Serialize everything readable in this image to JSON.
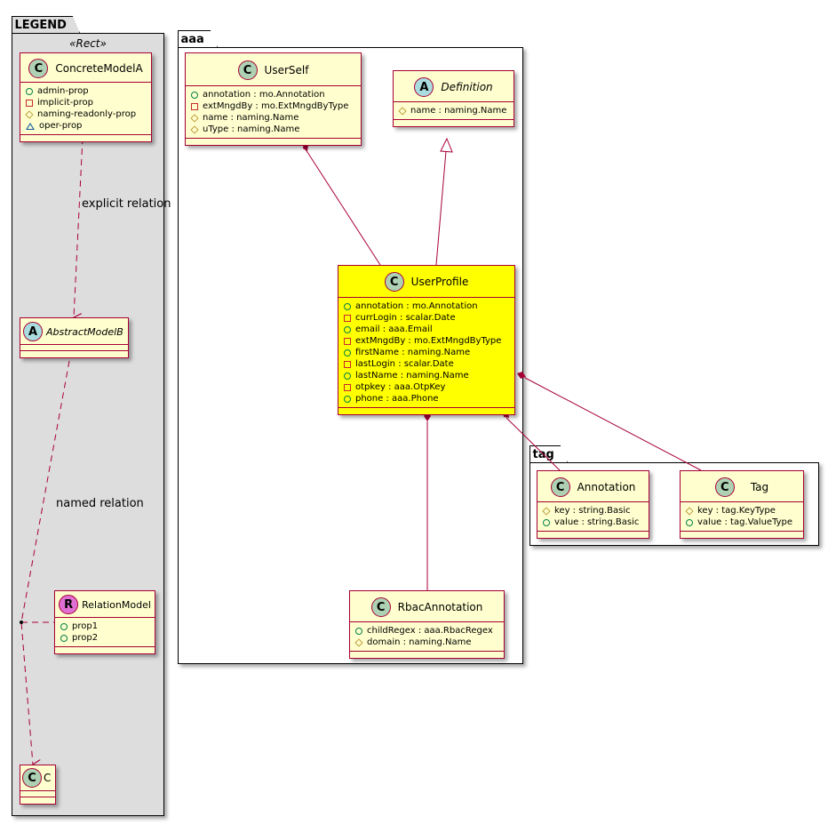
{
  "legend": {
    "package_name": "LEGEND",
    "stereotype": "«Rect»",
    "classes": {
      "concrete": {
        "badge": "C",
        "name": "ConcreteModelA",
        "attributes": [
          {
            "visibility": "public",
            "text": "admin-prop"
          },
          {
            "visibility": "private",
            "text": "implicit-prop"
          },
          {
            "visibility": "protected",
            "text": "naming-readonly-prop"
          },
          {
            "visibility": "package",
            "text": "oper-prop"
          }
        ]
      },
      "abstract": {
        "badge": "A",
        "name": "AbstractModelB"
      },
      "relation": {
        "badge": "R",
        "name": "RelationModel",
        "attributes": [
          {
            "visibility": "public",
            "text": "prop1"
          },
          {
            "visibility": "public",
            "text": "prop2"
          }
        ]
      },
      "c": {
        "badge": "C",
        "name": "C"
      }
    },
    "relations": {
      "explicit": "explicit relation",
      "named": "named relation"
    }
  },
  "aaa": {
    "package_name": "aaa",
    "classes": {
      "userself": {
        "badge": "C",
        "name": "UserSelf",
        "attributes": [
          {
            "visibility": "public",
            "text": "annotation : mo.Annotation"
          },
          {
            "visibility": "private",
            "text": "extMngdBy : mo.ExtMngdByType"
          },
          {
            "visibility": "protected",
            "text": "name : naming.Name"
          },
          {
            "visibility": "protected",
            "text": "uType : naming.Name"
          }
        ]
      },
      "definition": {
        "badge": "A",
        "name": "Definition",
        "attributes": [
          {
            "visibility": "protected",
            "text": "name : naming.Name"
          }
        ]
      },
      "userprofile": {
        "badge": "C",
        "name": "UserProfile",
        "highlight_color": "#ffff00",
        "attributes": [
          {
            "visibility": "public",
            "text": "annotation : mo.Annotation"
          },
          {
            "visibility": "private",
            "text": "currLogin : scalar.Date"
          },
          {
            "visibility": "public",
            "text": "email : aaa.Email"
          },
          {
            "visibility": "private",
            "text": "extMngdBy : mo.ExtMngdByType"
          },
          {
            "visibility": "public",
            "text": "firstName : naming.Name"
          },
          {
            "visibility": "private",
            "text": "lastLogin : scalar.Date"
          },
          {
            "visibility": "public",
            "text": "lastName : naming.Name"
          },
          {
            "visibility": "private",
            "text": "otpkey : aaa.OtpKey"
          },
          {
            "visibility": "public",
            "text": "phone : aaa.Phone"
          }
        ]
      },
      "rbac": {
        "badge": "C",
        "name": "RbacAnnotation",
        "attributes": [
          {
            "visibility": "public",
            "text": "childRegex : aaa.RbacRegex"
          },
          {
            "visibility": "protected",
            "text": "domain : naming.Name"
          }
        ]
      }
    }
  },
  "tag": {
    "package_name": "tag",
    "classes": {
      "annotation": {
        "badge": "C",
        "name": "Annotation",
        "attributes": [
          {
            "visibility": "protected",
            "text": "key : string.Basic"
          },
          {
            "visibility": "public",
            "text": "value : string.Basic"
          }
        ]
      },
      "tag": {
        "badge": "C",
        "name": "Tag",
        "attributes": [
          {
            "visibility": "protected",
            "text": "key : tag.KeyType"
          },
          {
            "visibility": "public",
            "text": "value : tag.ValueType"
          }
        ]
      }
    }
  },
  "colors": {
    "class_fill": "#fefece",
    "class_border": "#a80036",
    "highlight": "#ffff00",
    "legend_bg": "#dddddd",
    "public": "#038048",
    "private": "#c82930",
    "protected": "#b38d22",
    "package": "#1963a0"
  }
}
